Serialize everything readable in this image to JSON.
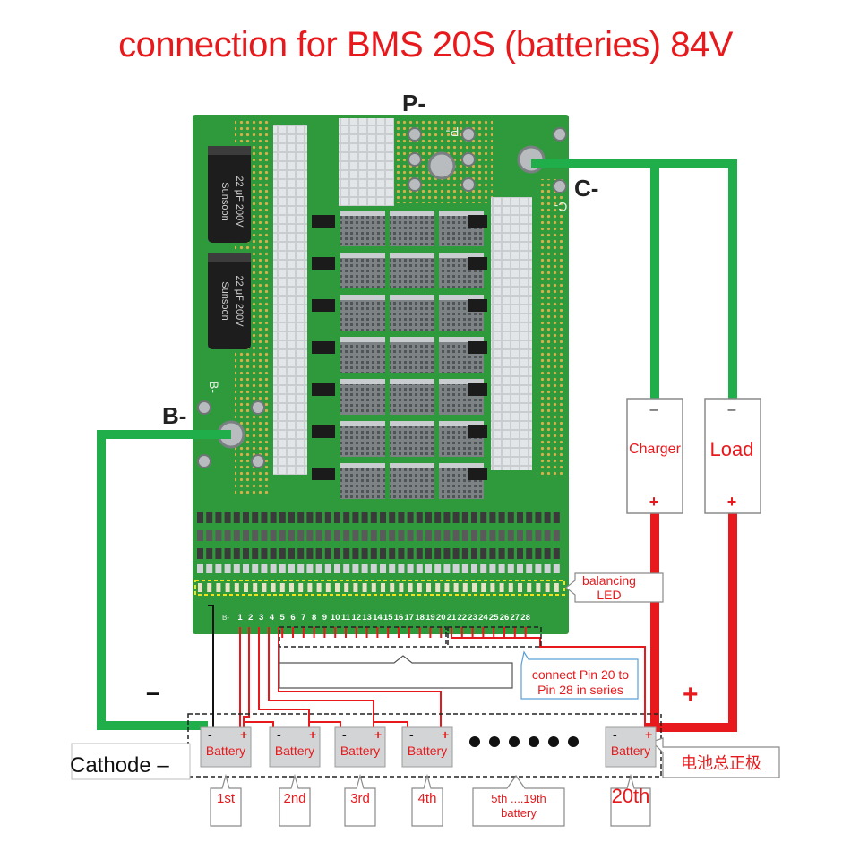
{
  "title": "connection for BMS 20S (batteries) 84V",
  "terminals": {
    "p_minus": "P-",
    "c_minus": "C-",
    "b_minus": "B-"
  },
  "capacitors": [
    {
      "brand": "Sunsoon",
      "rating": "22 μF 200V"
    },
    {
      "brand": "Sunsoon",
      "rating": "22 μF 200V"
    }
  ],
  "pcb_marks": {
    "p": "P-",
    "b": "B-",
    "c": "C-",
    "pin_b": "B-"
  },
  "devices": [
    {
      "label": "Charger",
      "minus": "–",
      "plus": "+"
    },
    {
      "label": "Load",
      "minus": "–",
      "plus": "+"
    }
  ],
  "pins": [
    "1",
    "2",
    "3",
    "4",
    "5",
    "6",
    "7",
    "8",
    "9",
    "10",
    "11",
    "12",
    "13",
    "14",
    "15",
    "16",
    "17",
    "18",
    "19",
    "20",
    "21",
    "22",
    "23",
    "24",
    "25",
    "26",
    "27",
    "28"
  ],
  "callouts": {
    "led": [
      "balancing",
      "LED"
    ],
    "series": [
      "connect  Pin 20 to",
      "Pin 28 in series"
    ],
    "cathode": "Cathode –",
    "pack_positive": "电池总正极",
    "main_minus": "–",
    "main_plus": "+"
  },
  "batteries": [
    {
      "label": "Battery",
      "minus": "-",
      "plus": "+",
      "order": "1st"
    },
    {
      "label": "Battery",
      "minus": "-",
      "plus": "+",
      "order": "2nd"
    },
    {
      "label": "Battery",
      "minus": "-",
      "plus": "+",
      "order": "3rd"
    },
    {
      "label": "Battery",
      "minus": "-",
      "plus": "+",
      "order": "4th"
    },
    {
      "label": "Battery",
      "minus": "-",
      "plus": "+",
      "order": "20th"
    }
  ],
  "middle_batteries": [
    "5th ....19th",
    "battery"
  ],
  "colors": {
    "title": "#e8191c",
    "wire_green": "#1fae4a",
    "wire_red": "#e8191c",
    "pcb": "#2f9a3c",
    "pcb_dark": "#1e7a2a",
    "metal": "#c9cdd0",
    "mosfet": "#8f9497"
  }
}
